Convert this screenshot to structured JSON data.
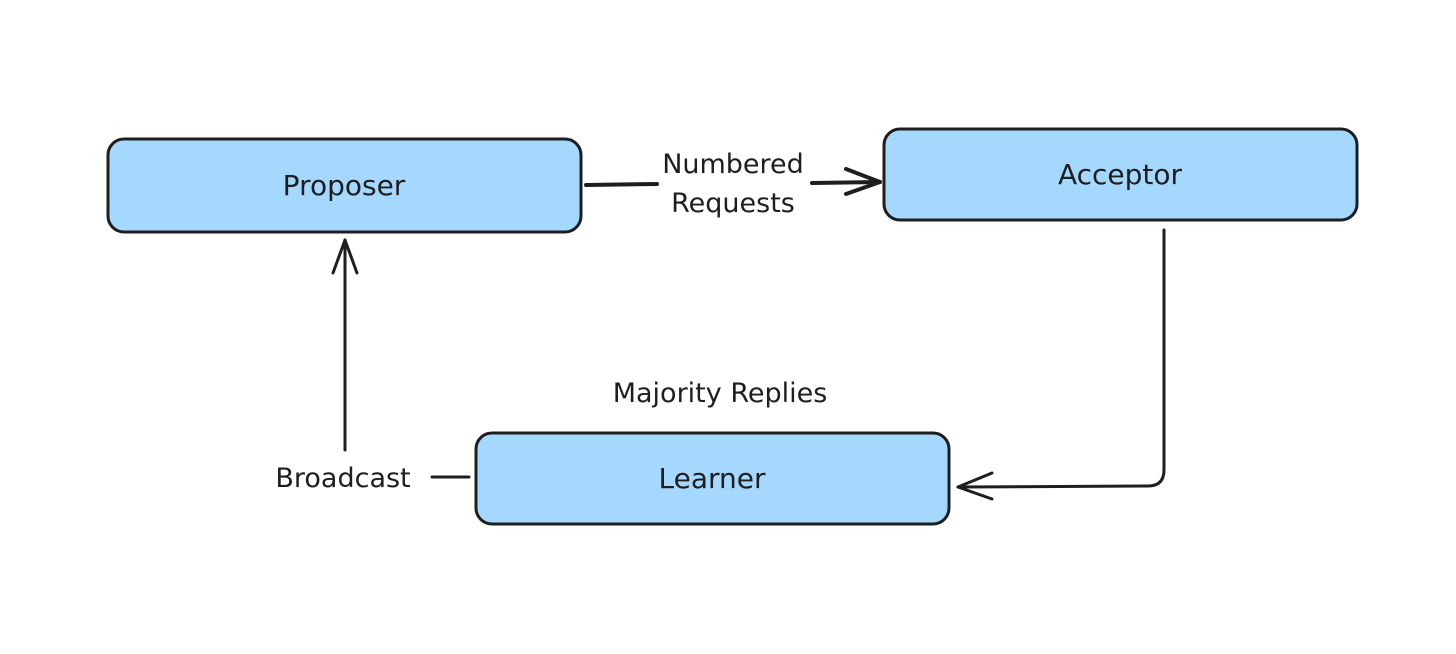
{
  "nodes": {
    "proposer": {
      "label": "Proposer"
    },
    "acceptor": {
      "label": "Acceptor"
    },
    "learner": {
      "label": "Learner"
    }
  },
  "edges": {
    "proposer_to_acceptor": {
      "line1": "Numbered",
      "line2": "Requests"
    },
    "acceptor_to_learner": {
      "label": "Majority Replies"
    },
    "learner_to_proposer": {
      "label": "Broadcast"
    }
  },
  "colors": {
    "node_fill": "#a5d8ff",
    "stroke": "#1e1e1e",
    "background": "#ffffff"
  }
}
